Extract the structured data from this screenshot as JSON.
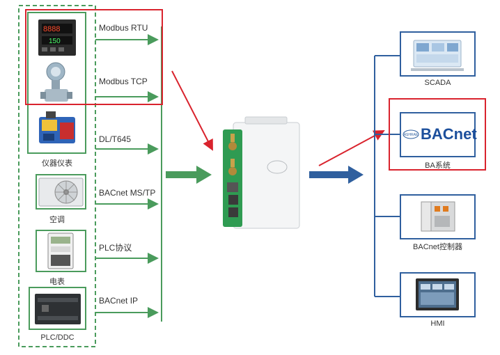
{
  "devices": {
    "instruments_label": "仪器仪表",
    "aircon_label": "空调",
    "meter_label": "电表",
    "plc_label": "PLC/DDC"
  },
  "protocols": {
    "modbus_rtu": "Modbus RTU",
    "modbus_tcp": "Modbus TCP",
    "dlt645": "DL/T645",
    "bacnet_mstp": "BACnet MS/TP",
    "plc_protocol": "PLC协议",
    "bacnet_ip": "BACnet IP"
  },
  "systems": {
    "scada_label": "SCADA",
    "ba_label": "BA系统",
    "ba_logo_text": "BACnet",
    "ba_logo_badge": "ASHRAE",
    "bacnet_controller_label": "BACnet控制器",
    "hmi_label": "HMI"
  },
  "colors": {
    "green": "#4a9b5c",
    "blue": "#2f5f9e",
    "red": "#d9232d",
    "dashed_green": "#4a9b5c"
  }
}
